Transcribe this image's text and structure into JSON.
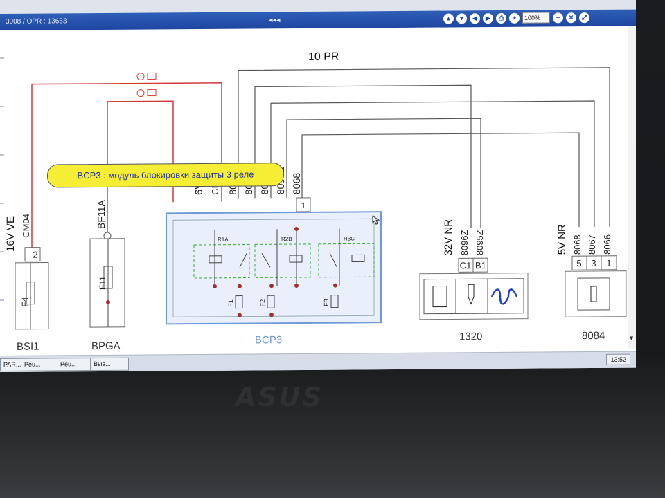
{
  "toolbar": {
    "doc_title": "3008  /  OPR : 13653",
    "center_arrows": "◂◂◂",
    "zoom": "100%",
    "icons": [
      "arrow-up-icon",
      "arrow-down-icon",
      "arrow-left-icon",
      "arrow-right-icon",
      "print-icon",
      "zoom-in-icon",
      "zoom-out-icon",
      "close-icon",
      "expand-icon"
    ]
  },
  "diagram": {
    "connector_top": "10 PR",
    "bsi": {
      "name": "BSI1",
      "label": "16V VE",
      "connector": "CM04",
      "pin": "2",
      "fuse": "F4"
    },
    "bpga": {
      "name": "BPGA",
      "label": "BF11A",
      "fuse": "F11"
    },
    "bcp3": {
      "name": "BCP3",
      "label": "6V NR",
      "connector": "CM04",
      "pin": "1",
      "relays": [
        "R1A",
        "R2B",
        "R3C"
      ],
      "fuses": [
        "F1",
        "F2",
        "F3"
      ],
      "wires": [
        "8066",
        "8095Z",
        "8067",
        "8096Z",
        "8068"
      ]
    },
    "c1320": {
      "name": "1320",
      "label": "32V NR",
      "pins": [
        "C1",
        "B1"
      ],
      "wires": [
        "8096Z",
        "8095Z"
      ]
    },
    "c8084": {
      "name": "8084",
      "label": "5V NR",
      "pins": [
        "5",
        "3",
        "1"
      ],
      "wires": [
        "8068",
        "8067",
        "8066"
      ]
    },
    "tooltip": "BCP3 : модуль блокировки защиты 3 реле"
  },
  "taskbar": {
    "items": [
      "PAR...",
      "Peu...",
      "Peu...",
      "Выв..."
    ],
    "clock": "13:52"
  },
  "laptop": {
    "brand": "ASUS"
  },
  "colors": {
    "wire_power": "#d23a3a",
    "wire_signal": "#555555",
    "module_outline": "#6f99d8"
  }
}
